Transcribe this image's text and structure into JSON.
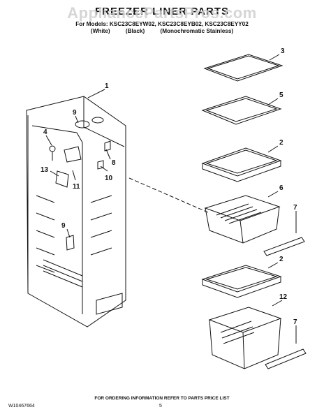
{
  "header": {
    "watermark": "AppliancePartsPros.com",
    "title": "FREEZER LINER PARTS",
    "models_line": "For Models: KSC23C8EYW02, KSC23C8EYB02, KSC23C8EYY02",
    "variants": [
      "(White)",
      "(Black)",
      "(Monochromatic Stainless)"
    ]
  },
  "callouts": [
    "1",
    "9",
    "4",
    "13",
    "11",
    "8",
    "10",
    "9",
    "3",
    "5",
    "2",
    "6",
    "7",
    "2",
    "12",
    "7"
  ],
  "footer": {
    "doc_number": "W10467664",
    "note": "FOR ORDERING INFORMATION REFER TO PARTS PRICE LIST",
    "page": "5"
  }
}
